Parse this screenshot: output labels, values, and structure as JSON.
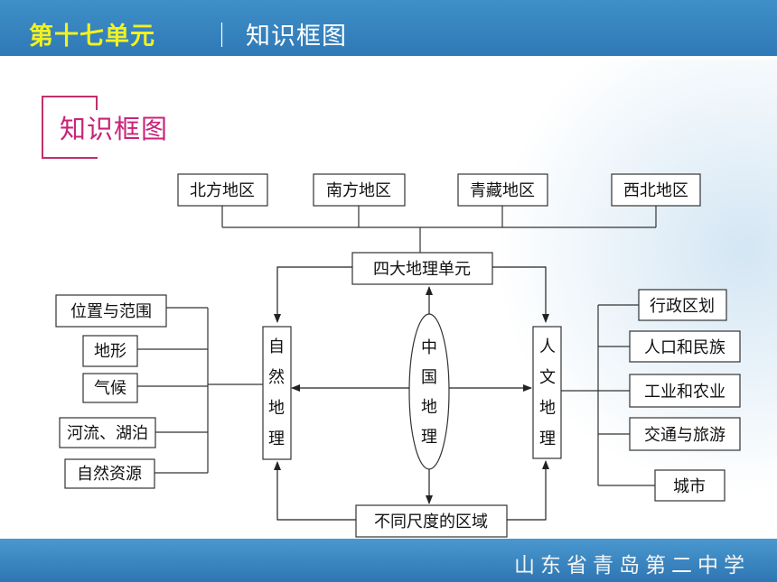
{
  "header": {
    "title": "第十七单元",
    "separator": "｜",
    "subtitle": "知识框图"
  },
  "section": {
    "title": "知识框图"
  },
  "diagram": {
    "top_regions": [
      "北方地区",
      "南方地区",
      "青藏地区",
      "西北地区"
    ],
    "four_units": "四大地理单元",
    "center": "中国地理",
    "natural": "自然地理",
    "human": "人文地理",
    "scales": "不同尺度的区域",
    "natural_items": [
      "位置与范围",
      "地形",
      "气候",
      "河流、湖泊",
      "自然资源"
    ],
    "human_items": [
      "行政区划",
      "人口和民族",
      "工业和农业",
      "交通与旅游",
      "城市"
    ]
  },
  "footer": {
    "school": "山东省青岛第二中学"
  },
  "colors": {
    "header_bg": "#3f8fc8",
    "header_title": "#f2f21f",
    "section_accent": "#c8237a",
    "footer_bg": "#2e76b3"
  }
}
